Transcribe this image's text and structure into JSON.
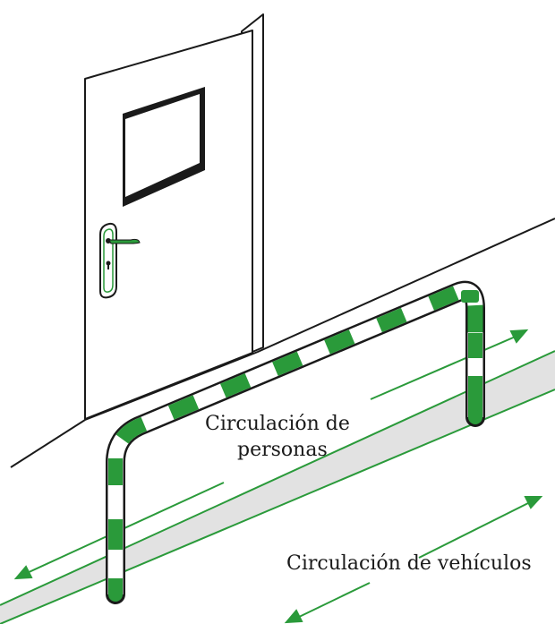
{
  "labels": {
    "pedestrian_line1": "Circulación de",
    "pedestrian_line2": "personas",
    "vehicles": "Circulación de vehículos"
  },
  "colors": {
    "green": "#2a9a3a",
    "outline": "#1a1a1a",
    "lane_fill": "#e2e2e2",
    "background": "#ffffff"
  },
  "icons": {
    "door": "door-icon",
    "door_window": "window-icon",
    "door_handle": "door-handle-icon",
    "barrier": "guard-rail-icon",
    "arrow": "arrow-icon"
  }
}
